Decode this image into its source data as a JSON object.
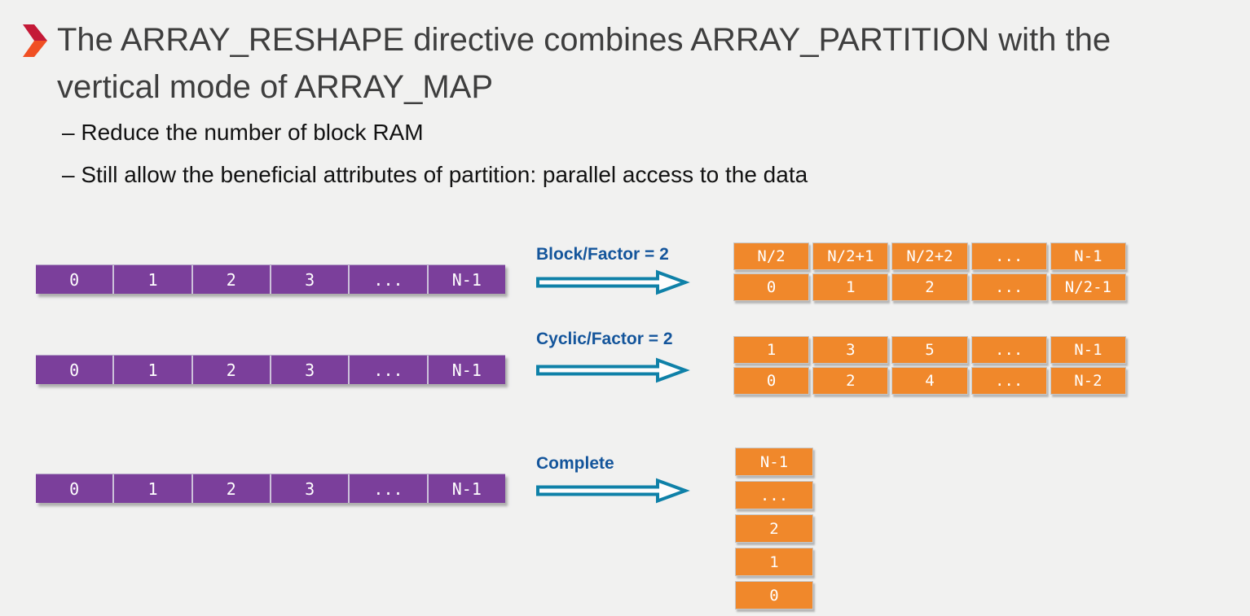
{
  "slide": {
    "title_lines": [
      "The ARRAY_RESHAPE directive combines ARRAY_PARTITION with the",
      "vertical mode of ARRAY_MAP"
    ],
    "sub_bullets": [
      "– Reduce the number of block RAM",
      "– Still allow the beneficial attributes of partition: parallel access to the data"
    ]
  },
  "diagram": {
    "source_array": {
      "cells": [
        "0",
        "1",
        "2",
        "3",
        "...",
        "N-1"
      ]
    },
    "transforms": [
      {
        "label": "Block/Factor = 2",
        "result_rows": [
          [
            "N/2",
            "N/2+1",
            "N/2+2",
            "...",
            "N-1"
          ],
          [
            "0",
            "1",
            "2",
            "...",
            "N/2-1"
          ]
        ]
      },
      {
        "label": "Cyclic/Factor = 2",
        "result_rows": [
          [
            "1",
            "3",
            "5",
            "...",
            "N-1"
          ],
          [
            "0",
            "2",
            "4",
            "...",
            "N-2"
          ]
        ]
      },
      {
        "label": "Complete",
        "result_stack": [
          "N-1",
          "...",
          "2",
          "1",
          "0"
        ]
      }
    ]
  },
  "colors": {
    "background": "#f1f1f0",
    "title_text": "#3e3e3e",
    "body_text": "#121212",
    "array_purple": "#7b3f9b",
    "result_orange": "#f0882b",
    "arrow_teal": "#0f81a8",
    "label_blue": "#14559b",
    "bullet_top_red": "#c41937",
    "bullet_bottom_orange": "#f04f23"
  }
}
